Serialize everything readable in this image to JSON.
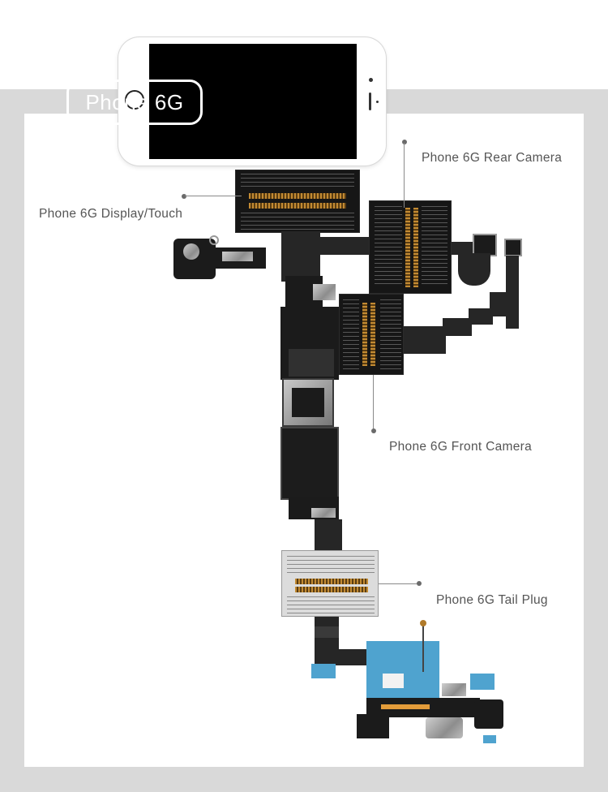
{
  "phone": {
    "model_label": "Phone 6G"
  },
  "callouts": {
    "rear_camera": "Phone 6G Rear Camera",
    "display_touch": "Phone 6G Display/Touch",
    "front_camera": "Phone 6G Front Camera",
    "tail_plug": "Phone 6G Tail Plug"
  },
  "icons": [
    "home-button-icon",
    "camera-dot-icon",
    "speaker-icon"
  ],
  "colors": {
    "background_band": "#d9d9d9",
    "card": "#ffffff",
    "label": "#555555",
    "connector": "#c28a33",
    "tail_board": "#4fa3cf"
  }
}
